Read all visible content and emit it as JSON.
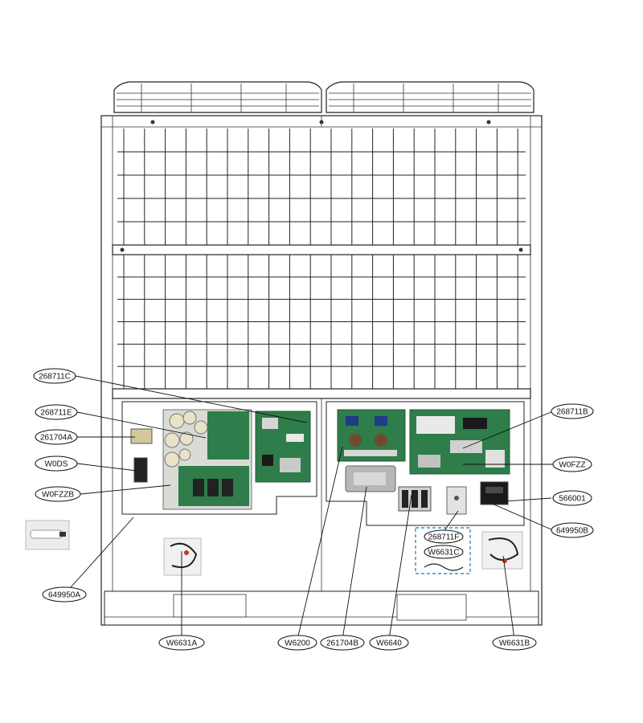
{
  "labels": {
    "l_268711C": "268711C",
    "l_268711E": "268711E",
    "l_261704A": "261704A",
    "l_W0DS": "W0DS",
    "l_W0FZZB": "W0FZZB",
    "l_649950A": "649950A",
    "l_W6631A": "W6631A",
    "l_W6200": "W6200",
    "l_261704B": "261704B",
    "l_W6640": "W6640",
    "l_W6631B": "W6631B",
    "l_268711B": "268711B",
    "l_W0FZZ": "W0FZZ",
    "l_566001": "566001",
    "l_649950B": "649950B",
    "l_268711F": "268711F",
    "l_W6631C": "W6631C"
  },
  "colors": {
    "pcb_green": "#2e7d4a",
    "pcb_dark": "#1f5c36",
    "callout_box": "#1f77a8",
    "line": "#222222"
  }
}
